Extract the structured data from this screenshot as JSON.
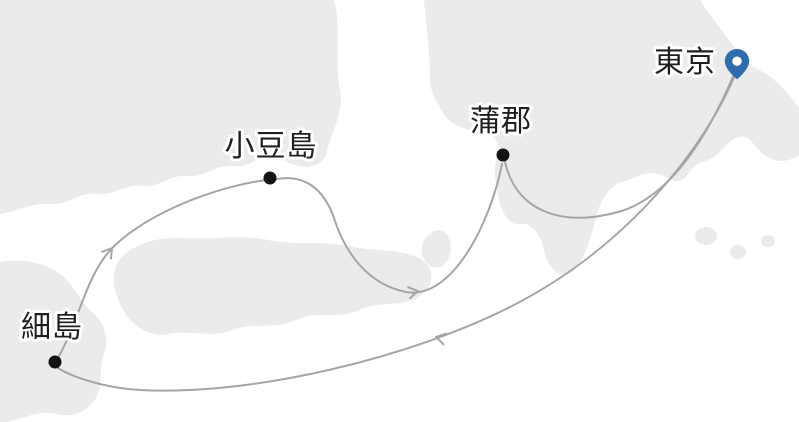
{
  "map": {
    "ports": [
      {
        "name": "tokyo",
        "label": "東京",
        "marker": "pin"
      },
      {
        "name": "gamagori",
        "label": "蒲郡",
        "marker": "dot"
      },
      {
        "name": "shodoshima",
        "label": "小豆島",
        "marker": "dot"
      },
      {
        "name": "hososhima",
        "label": "細島",
        "marker": "dot"
      }
    ],
    "route": {
      "legs": [
        {
          "from": "東京",
          "to": "細島"
        },
        {
          "from": "細島",
          "to": "小豆島"
        },
        {
          "from": "小豆島",
          "to": "蒲郡"
        },
        {
          "from": "蒲郡",
          "to": "東京"
        }
      ]
    }
  },
  "colors": {
    "sea": "#ffffff",
    "land": "#ebebeb",
    "route": "#a5a5a5",
    "port_dot": "#141414",
    "pin": "#2e6cae",
    "pin_center": "#ffffff",
    "label": "#1f1f1f"
  }
}
